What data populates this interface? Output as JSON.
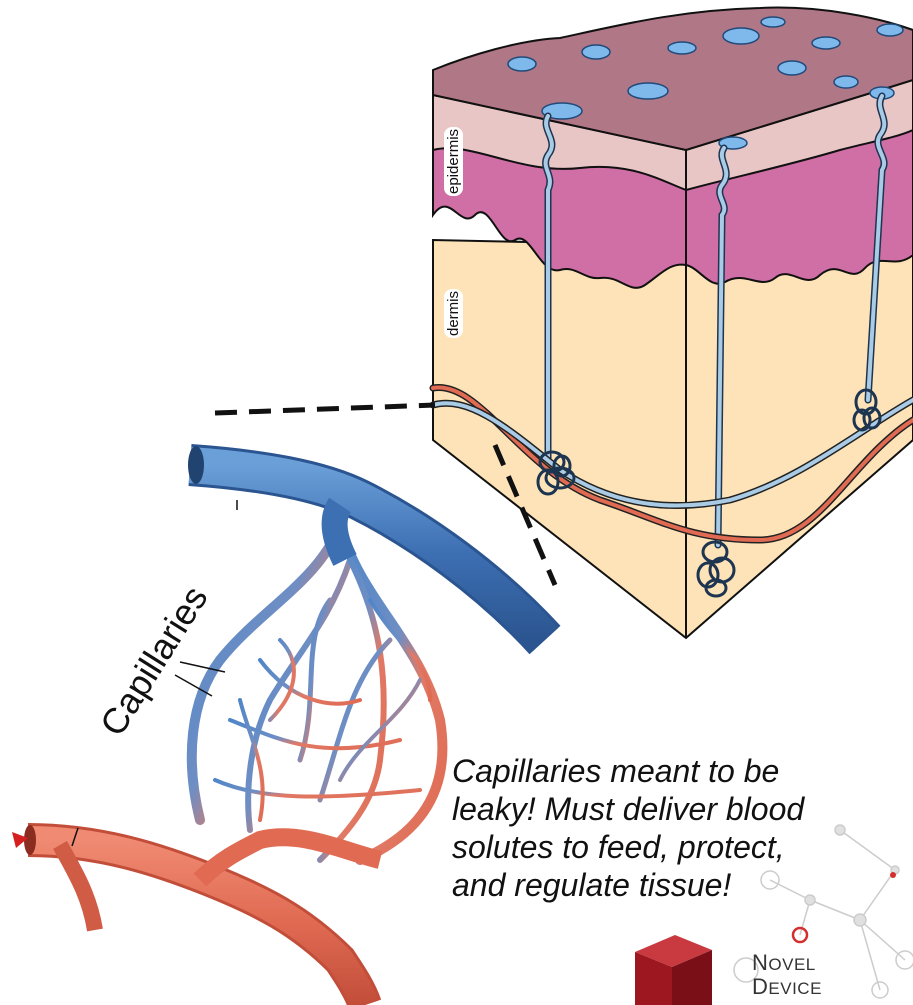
{
  "labels": {
    "epidermis": "epidermis",
    "dermis": "dermis",
    "capillaries": "Capillaries"
  },
  "caption": {
    "lines": [
      "Capillaries meant to be",
      "leaky!   Must deliver blood",
      "solutes to feed, protect,",
      "and regulate tissue!"
    ]
  },
  "logo": {
    "line1_initial": "N",
    "line1_rest": "OVEL",
    "line2_initial": "D",
    "line2_rest": "EVICE"
  },
  "colors": {
    "skin_surface": "#b07787",
    "epidermis": "#e8c6c6",
    "papillary": "#d06ea6",
    "dermis": "#fde3b7",
    "vein": "#3d6fb3",
    "artery": "#e06a52",
    "sweat_duct": "#a9cbe6",
    "logo_cube": "#b2202c"
  },
  "icons": [
    "sweat-pore-icon",
    "network-graph-icon",
    "red-cube-icon",
    "arrowhead-icon"
  ]
}
